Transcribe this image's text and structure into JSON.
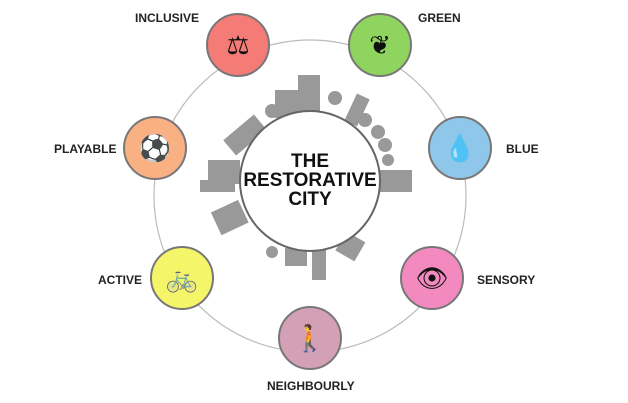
{
  "title_lines": [
    "THE",
    "RESTORATIVE",
    "CITY"
  ],
  "nodes": [
    {
      "id": "inclusive",
      "label": "INCLUSIVE",
      "color": "#f47b76",
      "icon": "scales-icon"
    },
    {
      "id": "green",
      "label": "GREEN",
      "color": "#8fd45e",
      "icon": "leaf-icon"
    },
    {
      "id": "blue",
      "label": "BLUE",
      "color": "#8fc7ea",
      "icon": "water-drop-icon"
    },
    {
      "id": "sensory",
      "label": "SENSORY",
      "color": "#f28ac0",
      "icon": "senses-icon"
    },
    {
      "id": "neighbourly",
      "label": "NEIGHBOURLY",
      "color": "#d4a0b5",
      "icon": "people-walking-icon"
    },
    {
      "id": "active",
      "label": "ACTIVE",
      "color": "#f5f56a",
      "icon": "bicycle-icon"
    },
    {
      "id": "playable",
      "label": "PLAYABLE",
      "color": "#f9b083",
      "icon": "people-playing-icon"
    }
  ]
}
